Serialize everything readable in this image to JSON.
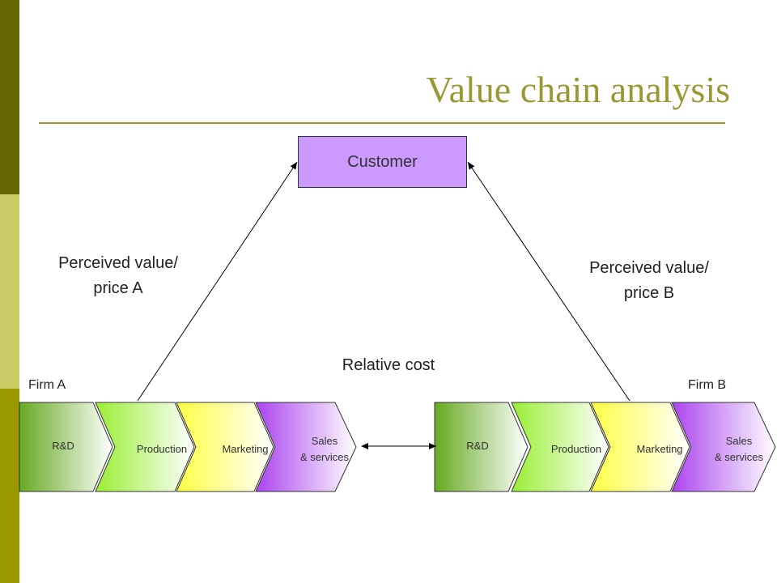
{
  "slide": {
    "title": "Value chain analysis",
    "customer_label": "Customer",
    "perceived_a_line1": "Perceived value/",
    "perceived_a_line2": "price A",
    "perceived_b_line1": "Perceived value/",
    "perceived_b_line2": "price B",
    "relative_cost": "Relative cost",
    "firm_a": "Firm A",
    "firm_b": "Firm B"
  },
  "chains": [
    {
      "firm": "A",
      "stages": [
        {
          "line1": "R&D",
          "line2": ""
        },
        {
          "line1": "Production",
          "line2": ""
        },
        {
          "line1": "Marketing",
          "line2": ""
        },
        {
          "line1": "Sales",
          "line2": "& services"
        }
      ]
    },
    {
      "firm": "B",
      "stages": [
        {
          "line1": "R&D",
          "line2": ""
        },
        {
          "line1": "Production",
          "line2": ""
        },
        {
          "line1": "Marketing",
          "line2": ""
        },
        {
          "line1": "Sales",
          "line2": "& services"
        }
      ]
    }
  ],
  "colors": {
    "sidebar_dark": "#666600",
    "sidebar_light": "#cccc66",
    "sidebar_olive": "#999900",
    "title": "#999933",
    "customer_fill": "#cc99ff",
    "rd": "#66aa22",
    "production": "#99ee33",
    "marketing": "#ffff44",
    "sales": "#aa44ee"
  }
}
